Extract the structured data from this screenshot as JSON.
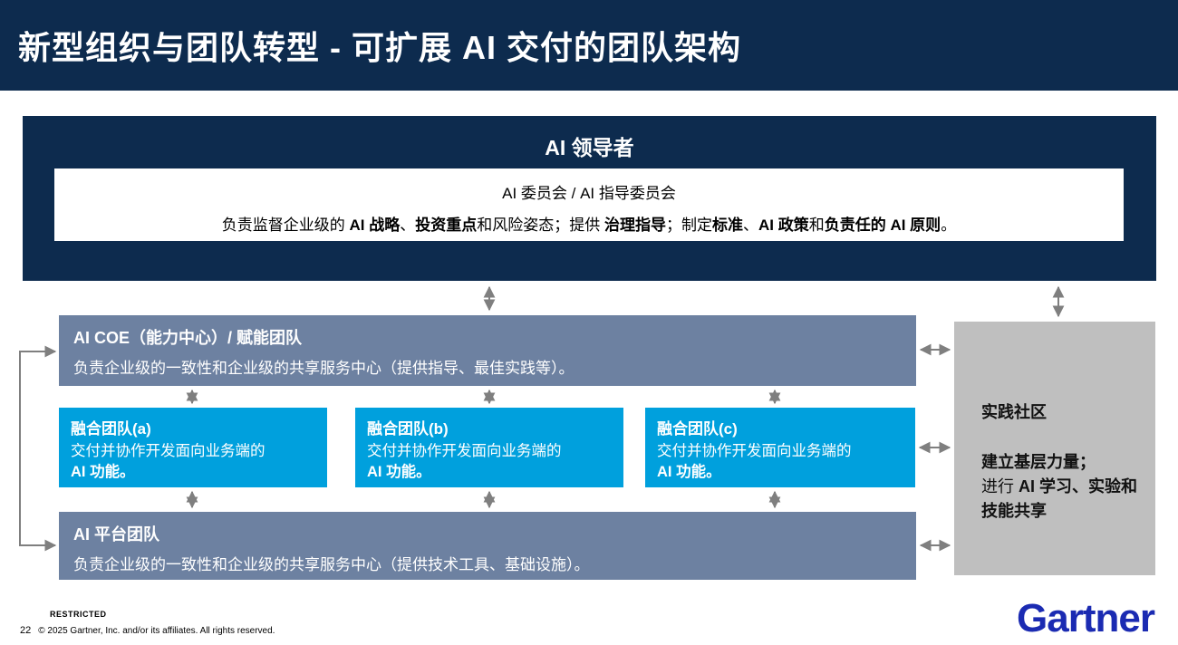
{
  "page": {
    "title": "新型组织与团队转型 - 可扩展 AI 交付的团队架构"
  },
  "colors": {
    "navy": "#0d2b4e",
    "slate": "#6d81a1",
    "bright_blue": "#00a0dd",
    "gray_box": "#bfbfbf",
    "arrow_gray": "#7f7f7f",
    "logo_blue": "#1b2bb2"
  },
  "leader": {
    "title": "AI 领导者",
    "committee": "AI 委员会 / AI 指导委员会",
    "description": [
      {
        "text": "负责监督企业级的 ",
        "bold": false
      },
      {
        "text": "AI 战略",
        "bold": true
      },
      {
        "text": "、",
        "bold": false
      },
      {
        "text": "投资重点",
        "bold": true
      },
      {
        "text": "和风险姿态；提供 ",
        "bold": false
      },
      {
        "text": "治理指导",
        "bold": true
      },
      {
        "text": "；制定",
        "bold": false
      },
      {
        "text": "标准",
        "bold": true
      },
      {
        "text": "、",
        "bold": false
      },
      {
        "text": "AI 政策",
        "bold": true
      },
      {
        "text": "和",
        "bold": false
      },
      {
        "text": "负责任的 AI 原则",
        "bold": true
      },
      {
        "text": "。",
        "bold": false
      }
    ]
  },
  "coe": {
    "title": "AI COE（能力中心）/ 赋能团队",
    "body": "负责企业级的一致性和企业级的共享服务中心（提供指导、最佳实践等）。"
  },
  "fusion_teams": [
    {
      "title": "融合团队(a)",
      "body_line1": "交付并协作开发面向业务端的",
      "body_line2": "AI 功能。"
    },
    {
      "title": "融合团队(b)",
      "body_line1": "交付并协作开发面向业务端的",
      "body_line2": "AI 功能。"
    },
    {
      "title": "融合团队(c)",
      "body_line1": "交付并协作开发面向业务端的",
      "body_line2": "AI 功能。"
    }
  ],
  "platform": {
    "title": "AI 平台团队",
    "body": "负责企业级的一致性和企业级的共享服务中心（提供技术工具、基础设施）。"
  },
  "community": {
    "title": "实践社区",
    "body_segments": [
      {
        "text": "建立基层力量；",
        "bold": true,
        "br": true
      },
      {
        "text": "进行 ",
        "bold": false
      },
      {
        "text": "AI 学习、实验和技能共享",
        "bold": true
      }
    ]
  },
  "footer": {
    "restricted": "RESTRICTED",
    "page_number": "22",
    "copyright": "© 2025 Gartner, Inc. and/or its affiliates. All rights reserved.",
    "logo_text": "Gartner"
  }
}
